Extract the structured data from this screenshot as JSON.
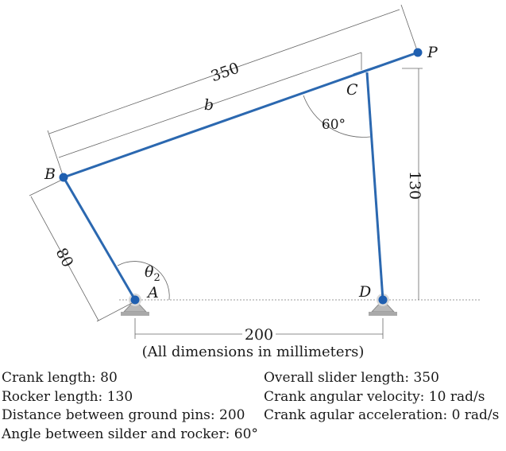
{
  "diagram": {
    "labels": {
      "A": "A",
      "B": "B",
      "C": "C",
      "D": "D",
      "P": "P",
      "b": "b",
      "theta": "θ",
      "theta_sub": "2"
    },
    "dimensions": {
      "overall": "350",
      "crank": "80",
      "rocker_height": "130",
      "ground": "200",
      "angle": "60°"
    }
  },
  "caption": "(All dimensions in millimeters)",
  "specs": {
    "left": [
      "Crank length: 80",
      "Rocker length: 130",
      "Distance between ground pins: 200",
      "Angle between silder and rocker: 60°"
    ],
    "right": [
      "Overall slider length: 350",
      "Crank angular velocity: 10 rad/s",
      "Crank agular acceleration: 0 rad/s"
    ]
  },
  "colors": {
    "link": "#2b68b0",
    "pin": "#1f5fb0",
    "support": "#b3b3b3",
    "dim": "#555555"
  }
}
